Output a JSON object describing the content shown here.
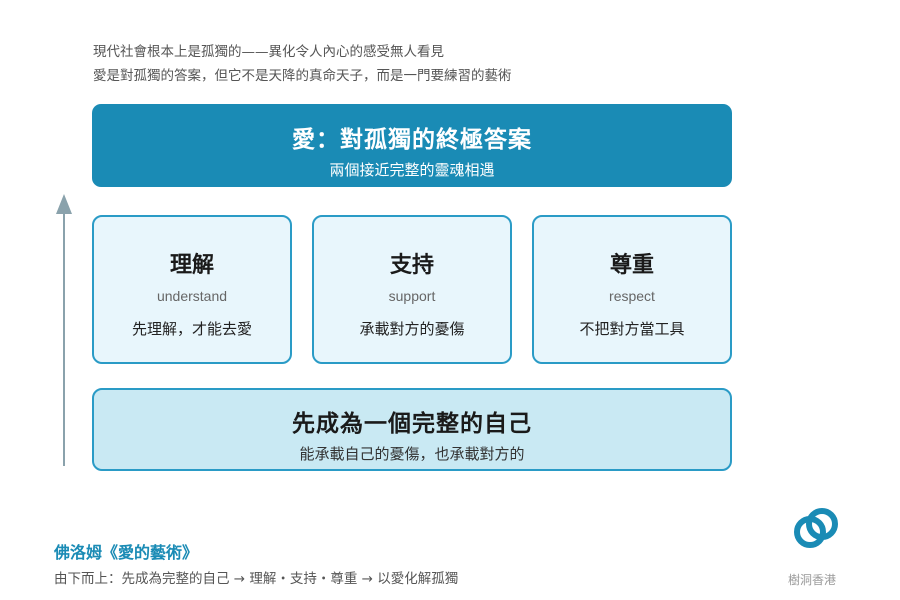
{
  "intro": {
    "line1": "現代社會根本上是孤獨的——異化令人內心的感受無人看見",
    "line2": "愛是對孤獨的答案，但它不是天降的真命天子，而是一門要練習的藝術"
  },
  "top": {
    "title": "愛：對孤獨的終極答案",
    "subtitle": "兩個接近完整的靈魂相遇"
  },
  "pillars": [
    {
      "title": "理解",
      "english": "understand",
      "desc": "先理解，才能去愛"
    },
    {
      "title": "支持",
      "english": "support",
      "desc": "承載對方的憂傷"
    },
    {
      "title": "尊重",
      "english": "respect",
      "desc": "不把對方當工具"
    }
  ],
  "base": {
    "title": "先成為一個完整的自己",
    "subtitle": "能承載自己的憂傷，也承載對方的"
  },
  "footer": {
    "source": "佛洛姆《愛的藝術》",
    "summary": "由下而上：先成為完整的自己 → 理解・支持・尊重 → 以愛化解孤獨",
    "brand": "樹洞香港"
  },
  "colors": {
    "primary": "#1a8bb5",
    "pillar_bg": "#e8f6fc",
    "base_bg": "#c9e9f3",
    "border": "#2a9bc6",
    "arrow": "#8aa2ac"
  },
  "icons": {
    "arrow": "up-arrow-icon",
    "logo": "interlocking-rings-logo"
  }
}
